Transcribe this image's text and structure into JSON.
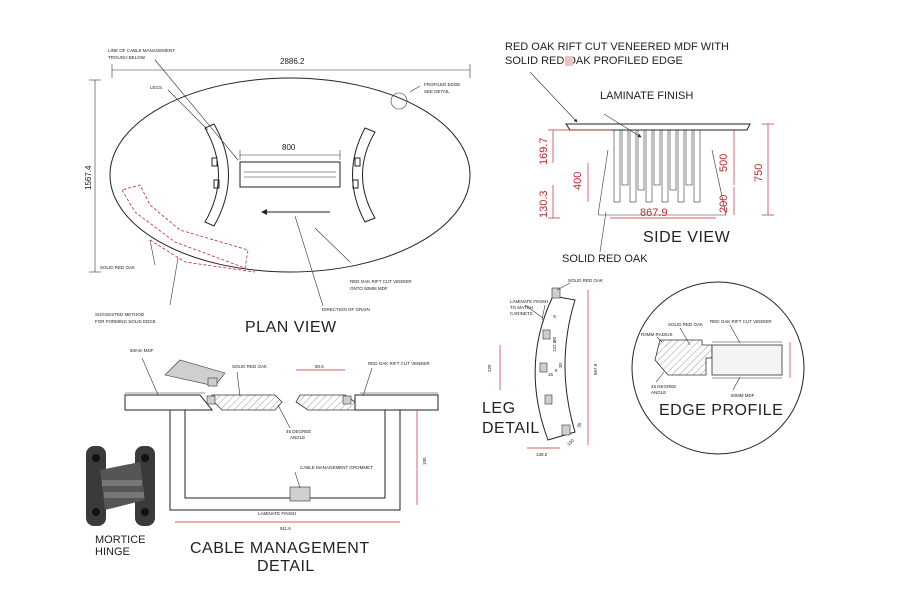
{
  "plan_view": {
    "title": "PLAN VIEW",
    "dim_length": "2886.2",
    "dim_width": "1567.4",
    "dim_trough": "800",
    "callouts": {
      "cable_line_1": "LINE OF CABLE MANAGEMENT",
      "cable_line_2": "TROUGH BELOW",
      "legs": "LEGS",
      "profiled_1": "FROFILED EDGE",
      "profiled_2": "SEE DETAIL",
      "solid_red_oak": "SOLID RED OAK",
      "veneer_1": "RED OAK  RIFT CUT VENEER",
      "veneer_2": "ONTO 50MM MDF",
      "grain": "DIRECTION OF GRAIN",
      "method_1": "SUGGESTED METHOD",
      "method_2": "FOR FORMING SOLID EDGE"
    }
  },
  "side_view": {
    "title": "SIDE VIEW",
    "heading_1": "RED OAK RIFT CUT VENEERED MDF WITH",
    "heading_2": "SOLID RED   OAK PROFILED EDGE",
    "laminate": "LAMINATE FINISH",
    "solid_red_oak": "SOLID RED OAK",
    "dims": {
      "d169": "169.7",
      "d400": "400",
      "d130": "130.3",
      "d867": "867.9",
      "d500": "500",
      "d200": "200",
      "d750": "750"
    }
  },
  "leg_detail": {
    "title_1": "LEG",
    "title_2": "DETAIL",
    "solid_red_oak": "SOLID RED OAK",
    "laminate_1": "LAMINATE FINISH",
    "laminate_2": "TO MATCH",
    "laminate_3": "CARINETS",
    "dims": {
      "d220": "220",
      "d867": "867.9",
      "d138": "138.2",
      "d100": "100",
      "d35": "35",
      "d122": "122.5",
      "d30": "30",
      "d6": "6",
      "d30b": "30",
      "d8": "8",
      "d15": "15"
    }
  },
  "edge_profile": {
    "title": "EDGE PROFILE",
    "solid_red_oak": "SOLID RED OAK",
    "veneer": "RED OAK RIFT CUT VENEER",
    "radius": "R4MM RADIUS",
    "angle_1": "45 DEGREE",
    "angle_2": "ANGLE",
    "mdf": "50MM MDF"
  },
  "cable_detail": {
    "title_1": "CABLE MANAGEMENT",
    "title_2": "DETAIL",
    "mdf": "50mm MDF",
    "solid_red_oak": "SOLID RED OAK",
    "veneer": "RED OAK RIFT CUT VENEER",
    "angle_1": "45 DEGREE",
    "angle_2": "ANGLE",
    "grommet": "CABLE MANAGEMENT GROMMET",
    "laminate": "LAMINATE FINISH",
    "gap": "80.6",
    "width": "911.6",
    "height": "100"
  },
  "hinge": {
    "label_1": "MORTICE",
    "label_2": "HINGE"
  }
}
